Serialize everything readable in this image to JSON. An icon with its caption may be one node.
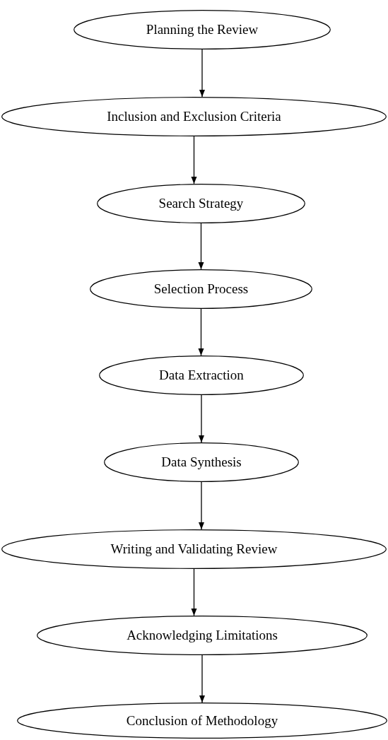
{
  "diagram": {
    "nodes": [
      {
        "text": [
          "Planning the Review"
        ]
      },
      {
        "text": [
          "Inclusion and Exclusion Criteria"
        ]
      },
      {
        "text": [
          "Search Strategy"
        ]
      },
      {
        "text": [
          "Selection Process"
        ]
      },
      {
        "text": [
          "Data Extraction"
        ]
      },
      {
        "text": [
          "Data Synthesis"
        ]
      },
      {
        "text": [
          "Writing and Validating Review"
        ]
      },
      {
        "text": [
          "Acknowledging Limitations"
        ]
      },
      {
        "text": [
          "Conclusion of Methodology"
        ]
      }
    ],
    "edges": [
      {
        "from": 0,
        "to": 1,
        "arrow": "to"
      },
      {
        "from": 1,
        "to": 2,
        "arrow": "to"
      },
      {
        "from": 2,
        "to": 3,
        "arrow": "to"
      },
      {
        "from": 3,
        "to": 4,
        "arrow": "to"
      },
      {
        "from": 4,
        "to": 5,
        "arrow": "to"
      },
      {
        "from": 5,
        "to": 6,
        "arrow": "to"
      },
      {
        "from": 6,
        "to": 7,
        "arrow": "to"
      },
      {
        "from": 7,
        "to": 8,
        "arrow": "to"
      }
    ]
  }
}
